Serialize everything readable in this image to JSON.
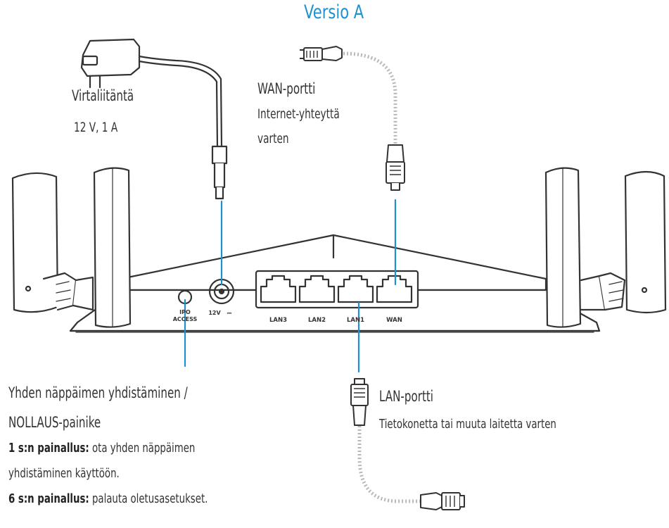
{
  "title": "Versio A",
  "power": {
    "label": "Virtaliitäntä",
    "spec": "12 V, 1 A"
  },
  "wan": {
    "line1": "WAN-portti",
    "line2": "Internet-yhteyttä",
    "line3": "varten"
  },
  "lan": {
    "label": "LAN-portti",
    "desc": "Tietokonetta tai muuta laitetta varten"
  },
  "reset": {
    "line1": "Yhden näppäimen yhdistäminen /",
    "line2": "NOLLAUS-painike",
    "press1_bold": "1 s:n painallus:",
    "press1_text": " ota yhden näppäimen",
    "press1_cont": "yhdistäminen käyttöön.",
    "press6_bold": "6 s:n painallus:",
    "press6_text": " palauta oletusasetukset."
  },
  "panel": {
    "ports": [
      "LAN3",
      "LAN2",
      "LAN1",
      "WAN"
    ],
    "wps_line1": "IPO",
    "wps_line2": "ACCESS",
    "dc_label": "12V",
    "dc_symbol": "⎓"
  },
  "colors": {
    "callout": "#1e90d0",
    "outline": "#333333",
    "title": "#1e90d0"
  }
}
